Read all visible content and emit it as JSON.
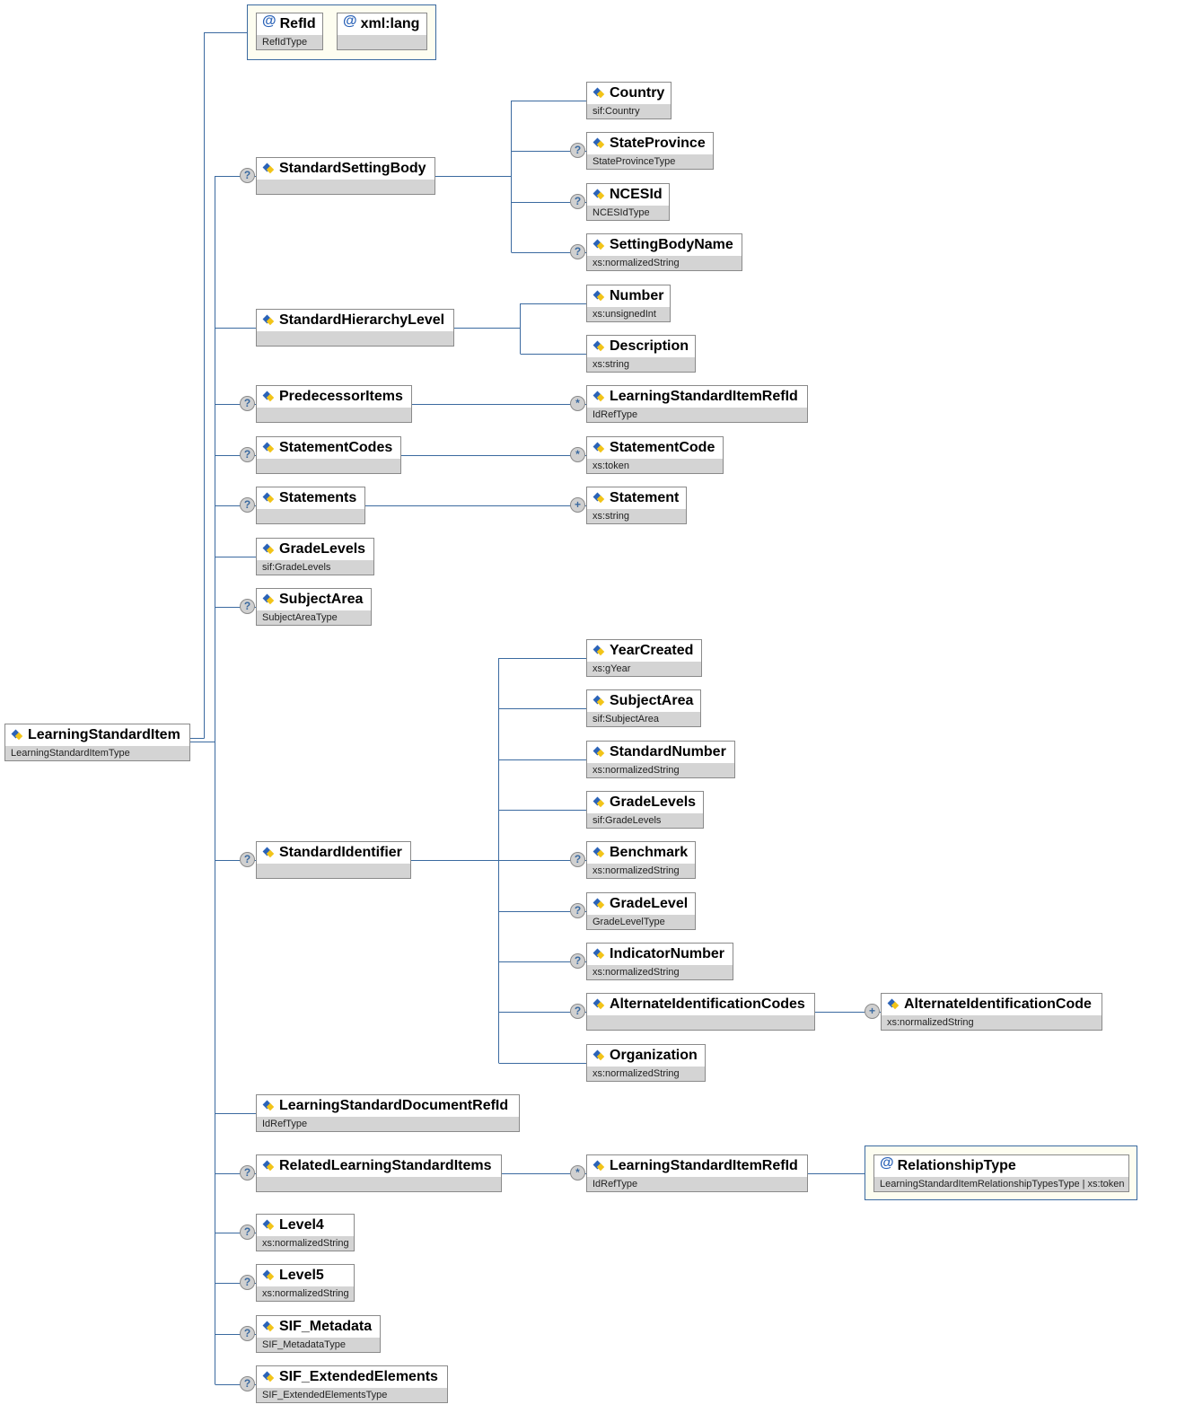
{
  "colors": {
    "line": "#3b6aa0",
    "header": "#ffffff",
    "type_row": "#d4d4d4",
    "group_bg": "#fdfdf0"
  },
  "attribute_groups": [
    {
      "attributes": [
        {
          "name": "RefId",
          "type": "RefIdType"
        },
        {
          "name": "xml:lang",
          "type": ""
        }
      ]
    },
    {
      "attributes": [
        {
          "name": "RelationshipType",
          "type": "LearningStandardItemRelationshipTypesType | xs:token"
        }
      ]
    }
  ],
  "nodes": [
    {
      "name": "LearningStandardItem",
      "type": "LearningStandardItemType",
      "badge": ""
    },
    {
      "name": "StandardSettingBody",
      "type": "",
      "badge": "?"
    },
    {
      "name": "StandardHierarchyLevel",
      "type": "",
      "badge": ""
    },
    {
      "name": "PredecessorItems",
      "type": "",
      "badge": "?"
    },
    {
      "name": "StatementCodes",
      "type": "",
      "badge": "?"
    },
    {
      "name": "Statements",
      "type": "",
      "badge": "?"
    },
    {
      "name": "GradeLevels",
      "type": "sif:GradeLevels",
      "badge": ""
    },
    {
      "name": "SubjectArea",
      "type": "SubjectAreaType",
      "badge": "?"
    },
    {
      "name": "StandardIdentifier",
      "type": "",
      "badge": "?"
    },
    {
      "name": "LearningStandardDocumentRefId",
      "type": "IdRefType",
      "badge": ""
    },
    {
      "name": "RelatedLearningStandardItems",
      "type": "",
      "badge": "?"
    },
    {
      "name": "Level4",
      "type": "xs:normalizedString",
      "badge": "?"
    },
    {
      "name": "Level5",
      "type": "xs:normalizedString",
      "badge": "?"
    },
    {
      "name": "SIF_Metadata",
      "type": "SIF_MetadataType",
      "badge": "?"
    },
    {
      "name": "SIF_ExtendedElements",
      "type": "SIF_ExtendedElementsType",
      "badge": "?"
    },
    {
      "name": "Country",
      "type": "sif:Country",
      "badge": ""
    },
    {
      "name": "StateProvince",
      "type": "StateProvinceType",
      "badge": "?"
    },
    {
      "name": "NCESId",
      "type": "NCESIdType",
      "badge": "?"
    },
    {
      "name": "SettingBodyName",
      "type": "xs:normalizedString",
      "badge": "?"
    },
    {
      "name": "Number",
      "type": "xs:unsignedInt",
      "badge": ""
    },
    {
      "name": "Description",
      "type": "xs:string",
      "badge": ""
    },
    {
      "name": "LearningStandardItemRefId",
      "type": "IdRefType",
      "badge": "*"
    },
    {
      "name": "StatementCode",
      "type": "xs:token",
      "badge": "*"
    },
    {
      "name": "Statement",
      "type": "xs:string",
      "badge": "+"
    },
    {
      "name": "YearCreated",
      "type": "xs:gYear",
      "badge": ""
    },
    {
      "name": "SubjectArea",
      "type": "sif:SubjectArea",
      "badge": ""
    },
    {
      "name": "StandardNumber",
      "type": "xs:normalizedString",
      "badge": ""
    },
    {
      "name": "GradeLevels",
      "type": "sif:GradeLevels",
      "badge": ""
    },
    {
      "name": "Benchmark",
      "type": "xs:normalizedString",
      "badge": "?"
    },
    {
      "name": "GradeLevel",
      "type": "GradeLevelType",
      "badge": "?"
    },
    {
      "name": "IndicatorNumber",
      "type": "xs:normalizedString",
      "badge": "?"
    },
    {
      "name": "AlternateIdentificationCodes",
      "type": "",
      "badge": "?"
    },
    {
      "name": "Organization",
      "type": "xs:normalizedString",
      "badge": ""
    },
    {
      "name": "LearningStandardItemRefId",
      "type": "IdRefType",
      "badge": "*"
    },
    {
      "name": "AlternateIdentificationCode",
      "type": "xs:normalizedString",
      "badge": "+"
    }
  ]
}
